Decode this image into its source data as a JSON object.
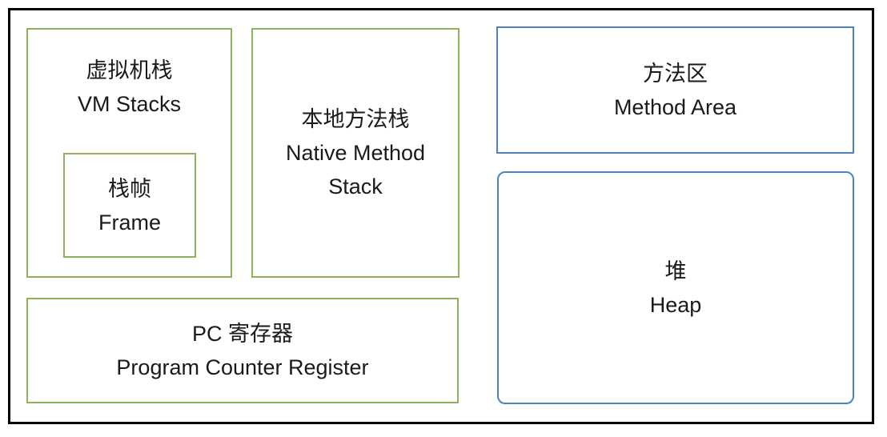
{
  "diagram": {
    "boxes": {
      "vm_stacks": {
        "label_zh": "虚拟机栈",
        "label_en": "VM Stacks"
      },
      "frame": {
        "label_zh": "栈帧",
        "label_en": "Frame"
      },
      "native_method_stack": {
        "label_zh": "本地方法栈",
        "label_en": "Native Method Stack"
      },
      "pc_register": {
        "label_zh": "PC 寄存器",
        "label_en": "Program Counter Register"
      },
      "method_area": {
        "label_zh": "方法区",
        "label_en": "Method Area"
      },
      "heap": {
        "label_zh": "堆",
        "label_en": "Heap"
      }
    },
    "colors": {
      "stack_group_border": "#8fb158",
      "heap_group_border": "#4f81bd",
      "outer_border": "#000000",
      "text": "#1a1a1a",
      "background": "#ffffff"
    }
  }
}
